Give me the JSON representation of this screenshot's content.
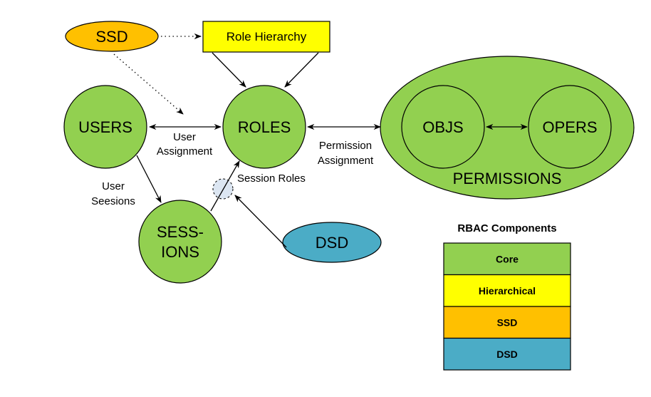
{
  "nodes": {
    "ssd": "SSD",
    "role_hierarchy": "Role Hierarchy",
    "users": "USERS",
    "roles": "ROLES",
    "objs": "OBJS",
    "opers": "OPERS",
    "permissions": "PERMISSIONS",
    "sessions_line1": "SESS-",
    "sessions_line2": "IONS",
    "dsd": "DSD"
  },
  "edge_labels": {
    "user_assignment_line1": "User",
    "user_assignment_line2": "Assignment",
    "permission_assignment_line1": "Permission",
    "permission_assignment_line2": "Assignment",
    "user_sessions_line1": "User",
    "user_sessions_line2": "Seesions",
    "session_roles": "Session Roles"
  },
  "legend": {
    "title": "RBAC Components",
    "items": [
      {
        "label": "Core",
        "color": "#92d050"
      },
      {
        "label": "Hierarchical",
        "color": "#ffff00"
      },
      {
        "label": "SSD",
        "color": "#ffc000"
      },
      {
        "label": "DSD",
        "color": "#4bacc6"
      }
    ]
  },
  "colors": {
    "core": "#92d050",
    "hierarchical": "#ffff00",
    "ssd": "#ffc000",
    "dsd": "#4bacc6",
    "session_roles_marker": "#dce6f2"
  }
}
